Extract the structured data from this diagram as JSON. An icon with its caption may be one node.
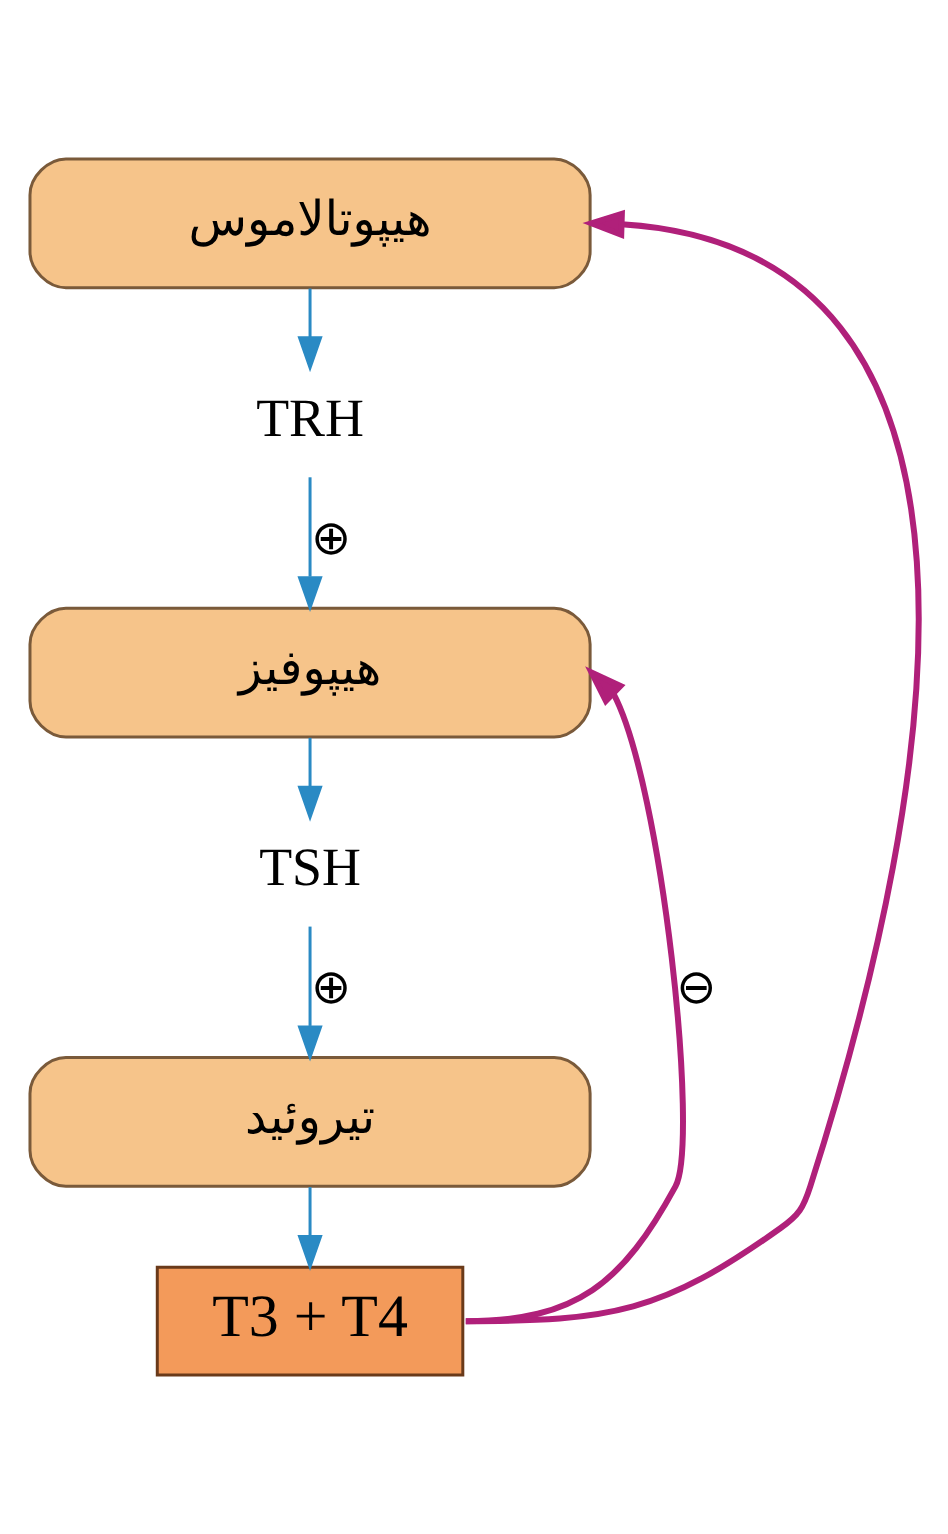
{
  "diagram": {
    "nodes": [
      {
        "text": [
          "هیپوتالاموس"
        ]
      },
      {
        "text": [
          "TRH"
        ]
      },
      {
        "text": [
          "هیپوفیز"
        ]
      },
      {
        "text": [
          "TSH"
        ]
      },
      {
        "text": [
          "تیروئید"
        ]
      },
      {
        "text": [
          "T3 + T4"
        ]
      }
    ],
    "edges": [
      {
        "from": 0,
        "to": 1,
        "arrow": "to"
      },
      {
        "from": 1,
        "to": 2,
        "arrow": "to",
        "label": "⊕"
      },
      {
        "from": 2,
        "to": 3,
        "arrow": "to"
      },
      {
        "from": 3,
        "to": 4,
        "arrow": "to",
        "label": "⊕"
      },
      {
        "from": 4,
        "to": 5,
        "arrow": "to"
      },
      {
        "from": 5,
        "to": 0,
        "arrow": "to",
        "color": "#b0207a"
      },
      {
        "from": 5,
        "to": 2,
        "arrow": "to",
        "color": "#b0207a",
        "label": "⊖"
      }
    ]
  }
}
